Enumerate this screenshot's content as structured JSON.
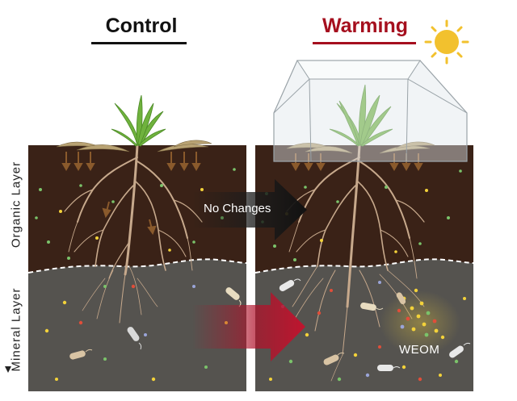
{
  "titles": {
    "control": "Control",
    "warming": "Warming"
  },
  "layers": {
    "organic": "Organic Layer",
    "mineral": "Mineral Layer"
  },
  "labels": {
    "no_changes": "No Changes",
    "weom": "WEOM"
  },
  "colors": {
    "control_title": "#111111",
    "warming_title": "#a50f1e",
    "organic_soil": "#3a2217",
    "mineral_soil": "#55534f",
    "root": "#c7a98c",
    "grass": "#6fb23d",
    "sun": "#f2c12e",
    "red_arrow": "#b0122a",
    "weom_particles": "#f3d23a"
  },
  "icons": {
    "sun": "sun-icon",
    "chamber": "open-top-chamber-icon"
  }
}
